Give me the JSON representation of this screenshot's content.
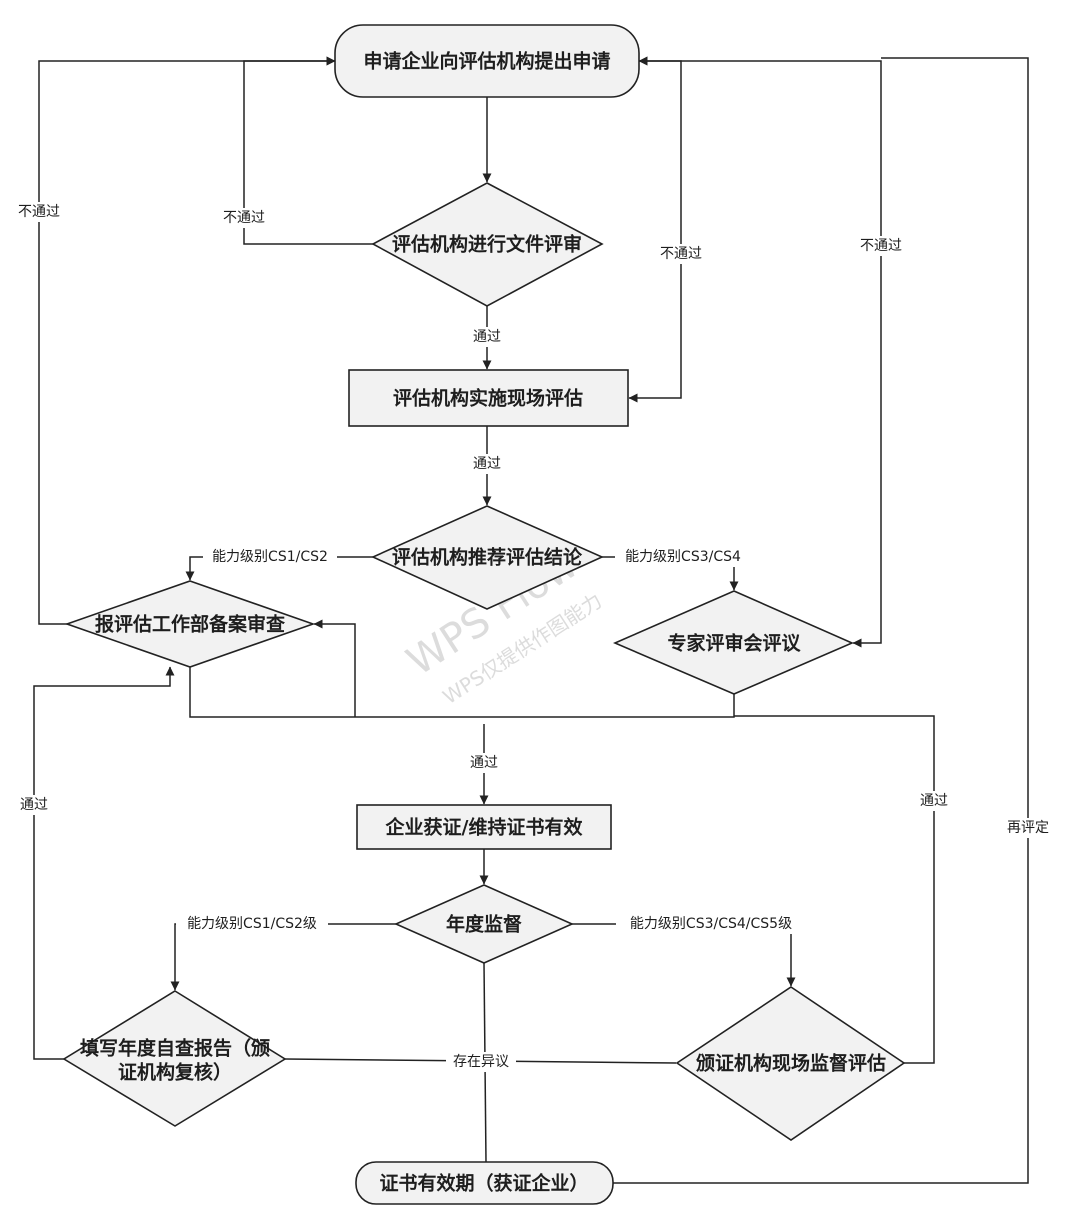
{
  "nodes": {
    "apply": "申请企业向评估机构提出申请",
    "doc_review": "评估机构进行文件评审",
    "onsite_assessment": "评估机构实施现场评估",
    "recommend_conclusion": "评估机构推荐评估结论",
    "record_review": "报评估工作部备案审查",
    "expert_review": "专家评审会评议",
    "certified": "企业获证/维持证书有效",
    "annual_supervision": "年度监督",
    "self_check_line1": "填写年度自查报告（颁",
    "self_check_line2": "证机构复核）",
    "onsite_supervision": "颁证机构现场监督评估",
    "cert_validity": "证书有效期（获证企业）"
  },
  "edge_labels": {
    "fail_record_to_apply": "不通过",
    "fail_doc_to_apply": "不通过",
    "fail_onsite_loop": "不通过",
    "fail_expert_to_apply": "不通过",
    "pass_doc": "通过",
    "pass_onsite": "通过",
    "level_cs1_cs2": "能力级别CS1/CS2",
    "level_cs3_cs4": "能力级别CS3/CS4",
    "pass_to_certified": "通过",
    "pass_selfcheck": "通过",
    "pass_supervision": "通过",
    "annual_cs1_cs2": "能力级别CS1/CS2级",
    "annual_cs3_cs5": "能力级别CS3/CS4/CS5级",
    "objection": "存在异议",
    "reassess": "再评定"
  },
  "watermark": {
    "line1": "WPS Flow",
    "line2": "WPS仅提供作图能力"
  }
}
